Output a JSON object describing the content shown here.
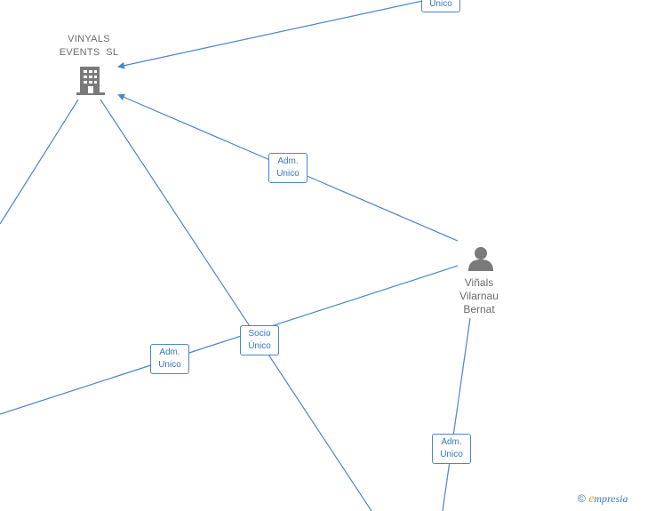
{
  "nodes": {
    "company": {
      "line1": "VINYALS",
      "line2": "EVENTS  SL",
      "icon": "building-icon"
    },
    "person": {
      "line1": "Viñals",
      "line2": "Vilarnau",
      "line3": "Bernat",
      "icon": "person-icon"
    }
  },
  "relations": {
    "top_partial": "Unico",
    "company_person": [
      "Adm.",
      "Unico"
    ],
    "socio_unico": [
      "Socio",
      "Único"
    ],
    "left_adm": [
      "Adm.",
      "Unico"
    ],
    "bottom_adm": [
      "Adm.",
      "Unico"
    ]
  },
  "colors": {
    "edge": "#4a86d0",
    "icon": "#7a7a7a"
  },
  "watermark": {
    "symbol": "©",
    "brand_e": "e",
    "brand_rest": "mpresia"
  }
}
